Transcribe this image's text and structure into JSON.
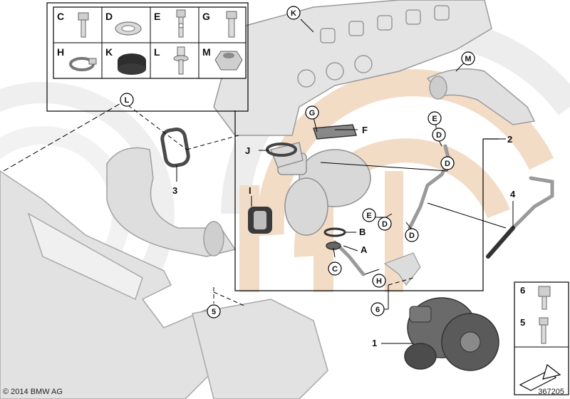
{
  "copyright": "© 2014 BMW AG",
  "diagram_number": "367205",
  "legend_cells": [
    "C",
    "D",
    "E",
    "G",
    "H",
    "K",
    "L",
    "M"
  ],
  "side_legend": [
    "6",
    "5"
  ],
  "callouts": {
    "K": "K",
    "M": "M",
    "L": "L",
    "G": "G",
    "E1": "E",
    "D1": "D",
    "D2": "D",
    "E2": "E",
    "D3": "D",
    "D4": "D",
    "C": "C",
    "H": "H",
    "5": "5",
    "6": "6"
  },
  "part_labels": {
    "F": "F",
    "J": "J",
    "I": "I",
    "B": "B",
    "A": "A",
    "1": "1",
    "2": "2",
    "3": "3",
    "4": "4"
  },
  "colors": {
    "watermark": "#f3dcc6",
    "watermark_gray": "#ececec",
    "part_fill": "#dcdcdc",
    "part_stroke": "#9a9a9a",
    "dark_part": "#5a5a5a",
    "line": "#000000"
  }
}
